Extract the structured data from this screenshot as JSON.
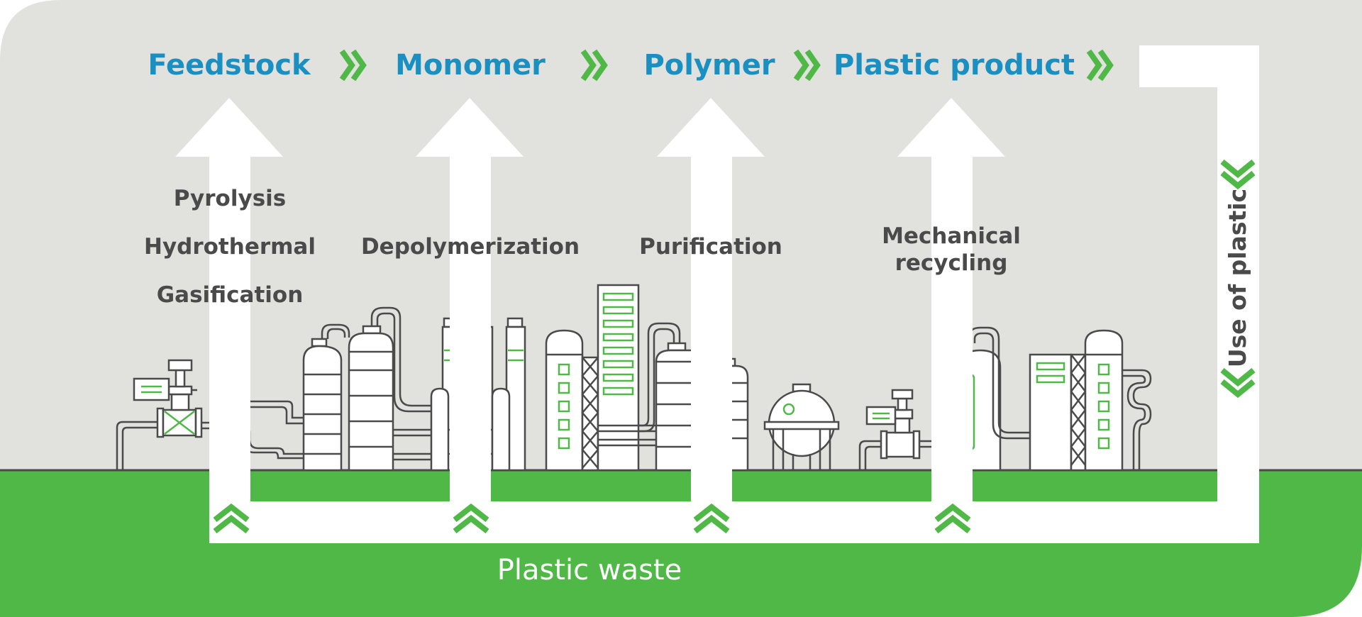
{
  "stages": [
    {
      "id": "feedstock",
      "label": "Feedstock"
    },
    {
      "id": "monomer",
      "label": "Monomer"
    },
    {
      "id": "polymer",
      "label": "Polymer"
    },
    {
      "id": "plastic-product",
      "label": "Plastic product"
    }
  ],
  "processes": [
    {
      "stage": "feedstock",
      "methods": [
        "Pyrolysis",
        "Hydrothermal",
        "Gasification"
      ]
    },
    {
      "stage": "monomer",
      "methods": [
        "Depolymerization"
      ]
    },
    {
      "stage": "polymer",
      "methods": [
        "Purification"
      ]
    },
    {
      "stage": "plastic-product",
      "methods": [
        "Mechanical",
        "recycling"
      ]
    }
  ],
  "use_label": "Use of plastic",
  "waste_label": "Plastic waste",
  "colors": {
    "background": "#e1e1de",
    "ground": "#4fb847",
    "arrow": "#ffffff",
    "stage_title": "#1a8fc2",
    "method_text": "#4a4a4a",
    "chevron": "#4fb847",
    "outline": "#4a4a4a"
  }
}
